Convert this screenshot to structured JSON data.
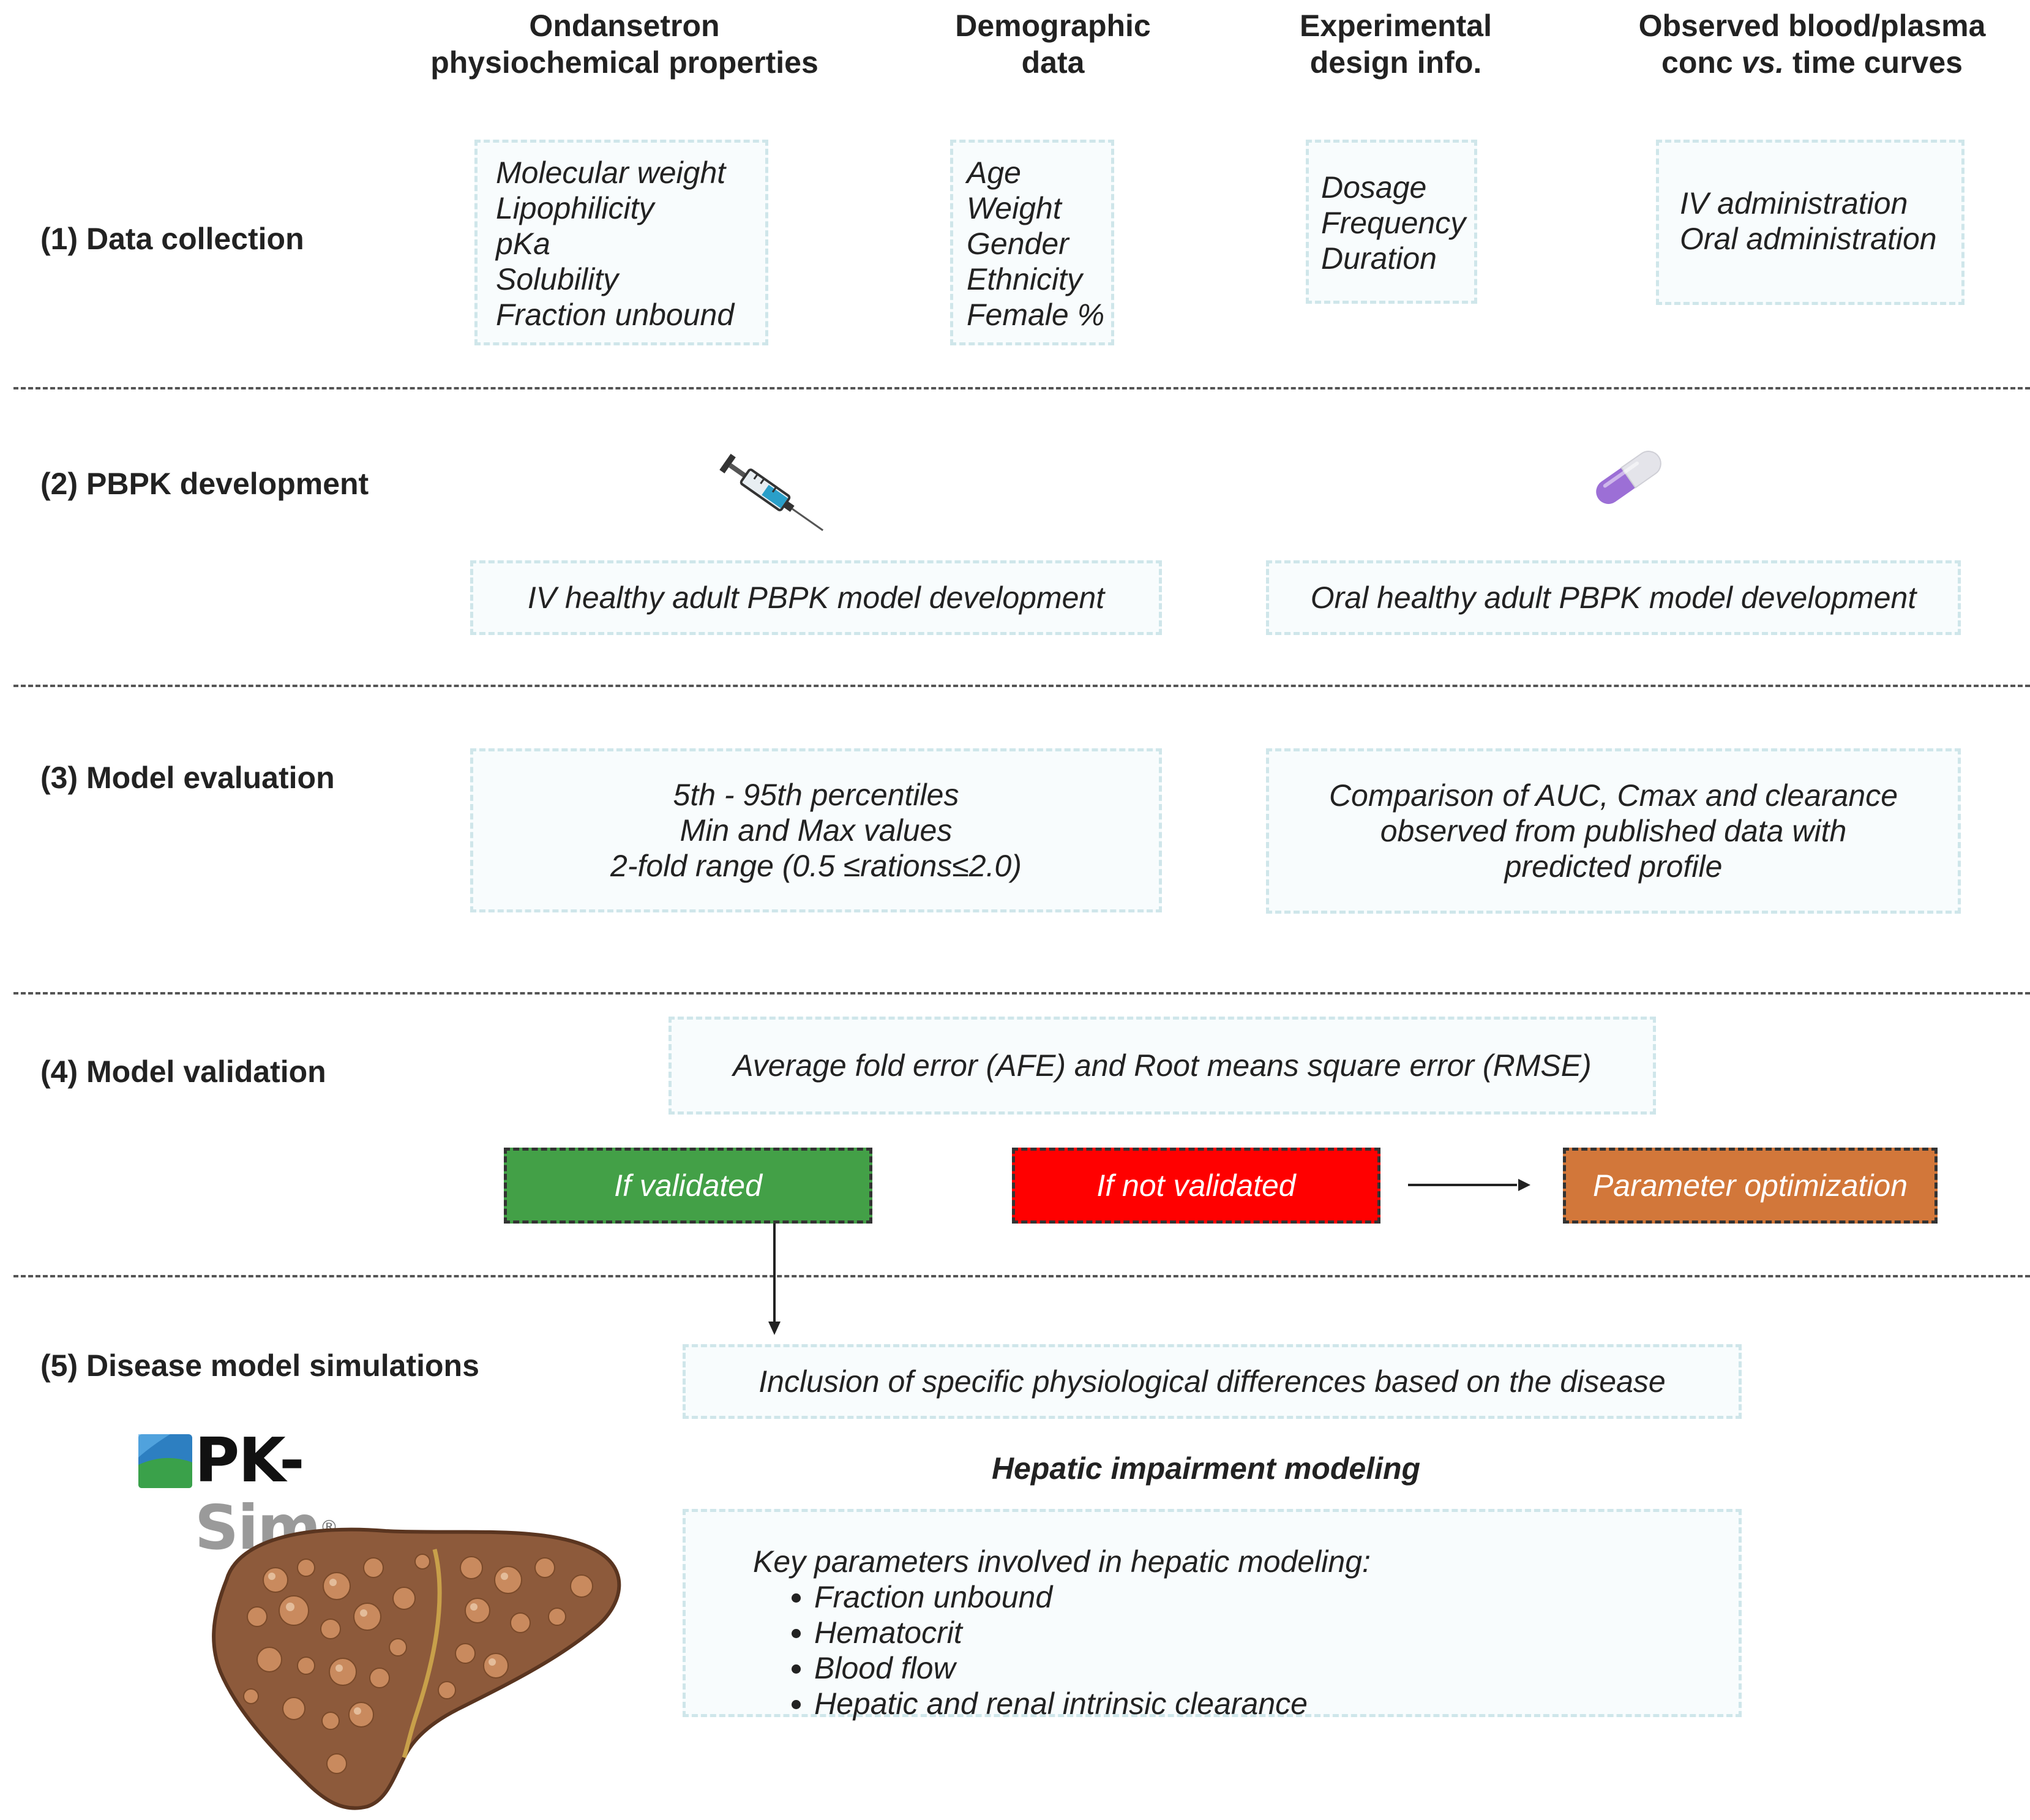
{
  "headers": {
    "physchem": [
      "Ondansetron",
      "physiochemical properties"
    ],
    "demographic": [
      "Demographic",
      "data"
    ],
    "experimental": [
      "Experimental",
      "design info."
    ],
    "observed": {
      "line1": "Observed blood/plasma",
      "line2_pre": "conc ",
      "line2_italic": "vs.",
      "line2_post": " time curves"
    }
  },
  "steps": {
    "s1": "(1) Data collection",
    "s2": "(2) PBPK development",
    "s3": "(3) Model evaluation",
    "s4": "(4) Model validation",
    "s5": "(5) Disease model simulations"
  },
  "data_collection": {
    "physchem_items": [
      "Molecular weight",
      "Lipophilicity",
      "pKa",
      "Solubility",
      "Fraction unbound"
    ],
    "demographic_items": [
      "Age",
      "Weight",
      "Gender",
      "Ethnicity",
      "Female %"
    ],
    "experimental_items": [
      "Dosage",
      "Frequency",
      "Duration"
    ],
    "observed_items": [
      "IV administration",
      "Oral administration"
    ]
  },
  "pbpk": {
    "iv_box": "IV healthy adult PBPK model development",
    "oral_box": "Oral healthy adult PBPK model development",
    "syringe_icon": "syringe-icon",
    "capsule_icon": "capsule-icon"
  },
  "evaluation": {
    "left_lines": [
      "5th - 95th percentiles",
      "Min and Max values",
      "2-fold range (0.5 ≤rations≤2.0)"
    ],
    "right_lines": [
      "Comparison of AUC, Cmax and clearance",
      "observed from published data with",
      "predicted profile"
    ]
  },
  "validation": {
    "metrics": "Average fold error (AFE) and  Root means square error (RMSE)",
    "validated": "If validated",
    "not_validated": "If not validated",
    "optimization": "Parameter optimization",
    "colors": {
      "validated": "#43a047",
      "not_validated": "#ff0000",
      "optimization": "#d2773a"
    }
  },
  "disease": {
    "inclusion": "Inclusion of specific physiological differences based on the disease",
    "hepatic_title": "Hepatic impairment modeling",
    "key_params_title": "Key parameters involved in hepatic modeling:",
    "key_params": [
      "Fraction unbound",
      "Hematocrit",
      "Blood flow",
      "Hepatic and renal intrinsic clearance"
    ],
    "logo": {
      "pk": "PK",
      "dash": "-",
      "sim": "Sim",
      "reg": "®"
    },
    "liver_icon": "liver-icon"
  }
}
